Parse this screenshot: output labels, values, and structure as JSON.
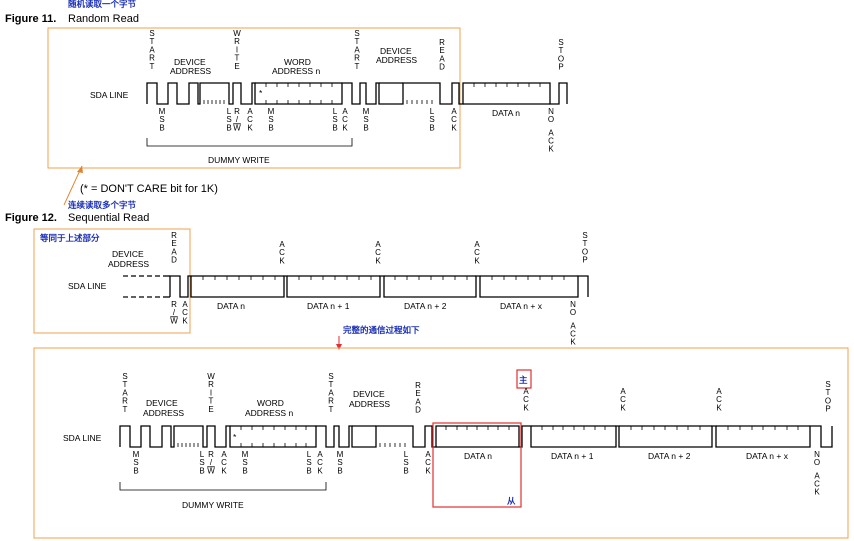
{
  "fig11": {
    "number": "Figure 11.",
    "title": "Random Read",
    "annotation": "随机读取一个字节",
    "sda_label": "SDA LINE",
    "start": "START",
    "device_address": [
      "DEVICE",
      "ADDRESS"
    ],
    "write": "WRITE",
    "word_address": [
      "WORD",
      "ADDRESS n"
    ],
    "read": "READ",
    "stop": "STOP",
    "msb": "MSB",
    "lsb": "LSB",
    "rw": "R/W",
    "ack": "ACK",
    "no_ack": "NO ACK",
    "data_n": "DATA n",
    "dummy_write": "DUMMY WRITE",
    "star": "*",
    "dont_care": "(* = DON'T CARE bit for 1K)"
  },
  "fig12": {
    "number": "Figure 12.",
    "title": "Sequential Read",
    "annotation": "连续读取多个字节",
    "box_annotation": "等同于上述部分",
    "sda_label": "SDA LINE",
    "device_address": [
      "DEVICE",
      "ADDRESS"
    ],
    "read": "READ",
    "ack": "ACK",
    "stop": "STOP",
    "rw": "R/W",
    "no_ack": "NO ACK",
    "data": [
      "DATA n",
      "DATA n + 1",
      "DATA n + 2",
      "DATA n + x"
    ]
  },
  "full": {
    "annotation": "完整的通信过程如下",
    "master": "主",
    "slave": "从",
    "sda_label": "SDA LINE",
    "start": "START",
    "device_address": [
      "DEVICE",
      "ADDRESS"
    ],
    "write": "WRITE",
    "word_address": [
      "WORD",
      "ADDRESS n"
    ],
    "read": "READ",
    "stop": "STOP",
    "msb": "MSB",
    "lsb": "LSB",
    "rw": "R/W",
    "ack": "ACK",
    "no_ack": "NO ACK",
    "dummy_write": "DUMMY WRITE",
    "star": "*",
    "data": [
      "DATA n",
      "DATA n + 1",
      "DATA n + 2",
      "DATA n + x"
    ]
  },
  "colors": {
    "annotation_text": "#1a2fb5",
    "orange_box": "#f2a050",
    "red_box": "#e03030",
    "arrow": "#e08030"
  }
}
